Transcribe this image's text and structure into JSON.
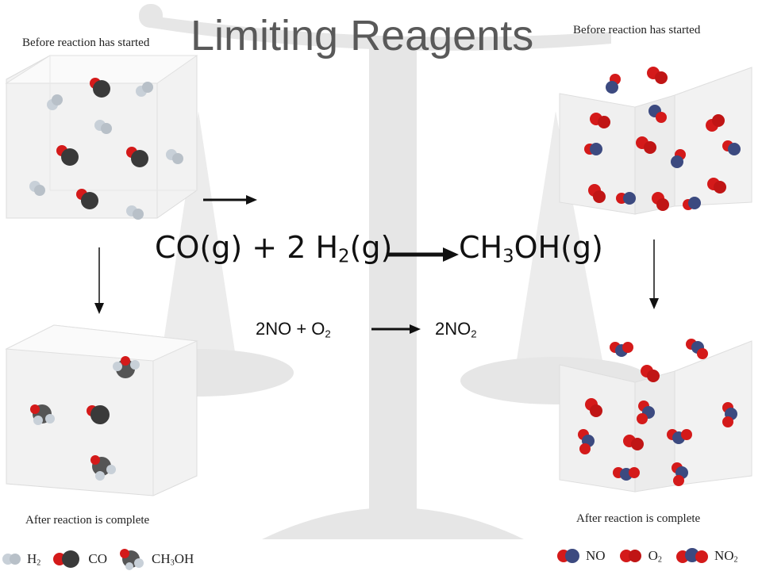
{
  "title": "Limiting Reagents",
  "left_panel": {
    "before_caption": "Before reaction has started",
    "after_caption": "After reaction is complete",
    "legend": [
      {
        "label_main": "H",
        "label_sub": "2",
        "label_tail": ""
      },
      {
        "label_main": "CO",
        "label_sub": "",
        "label_tail": ""
      },
      {
        "label_main": "CH",
        "label_sub": "3",
        "label_tail": "OH"
      }
    ]
  },
  "right_panel": {
    "before_caption": "Before reaction has started",
    "after_caption": "After reaction is complete",
    "legend": [
      {
        "label_main": "NO",
        "label_sub": "",
        "label_tail": ""
      },
      {
        "label_main": "O",
        "label_sub": "2",
        "label_tail": ""
      },
      {
        "label_main": "NO",
        "label_sub": "2",
        "label_tail": ""
      }
    ]
  },
  "equation_main": {
    "reactant1": "CO(g) + 2 H",
    "reactant1_sub": "2",
    "reactant1_tail": "(g)",
    "product": "CH",
    "product_sub": "3",
    "product_tail": "OH(g)"
  },
  "equation_small": {
    "reactant": "2NO + O",
    "reactant_sub": "2",
    "product": "2NO",
    "product_sub": "2"
  },
  "colors": {
    "oxygen": "#d41a1a",
    "carbon": "#3a3a3a",
    "hydrogen": "#c8d0d8",
    "nitrogen": "#3c4a80",
    "title": "#595959"
  }
}
